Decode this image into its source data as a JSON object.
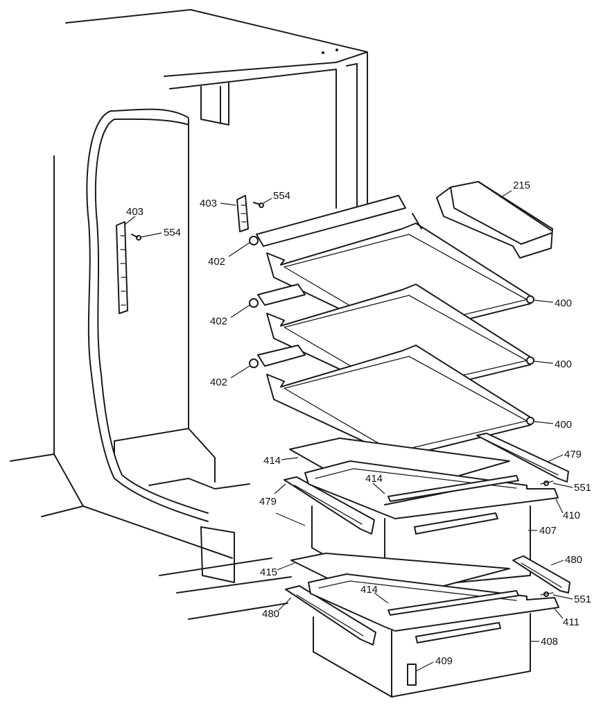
{
  "labels": {
    "l215": "215",
    "l403a": "403",
    "l554a": "554",
    "l403b": "403",
    "l554b": "554",
    "l402a": "402",
    "l402b": "402",
    "l402c": "402",
    "l400a": "400",
    "l400b": "400",
    "l400c": "400",
    "l479a": "479",
    "l479b": "479",
    "l414a": "414",
    "l414b": "414",
    "l414c": "414",
    "l551a": "551",
    "l551b": "551",
    "l410": "410",
    "l407": "407",
    "l480a": "480",
    "l480b": "480",
    "l415": "415",
    "l411": "411",
    "l408": "408",
    "l409": "409"
  }
}
